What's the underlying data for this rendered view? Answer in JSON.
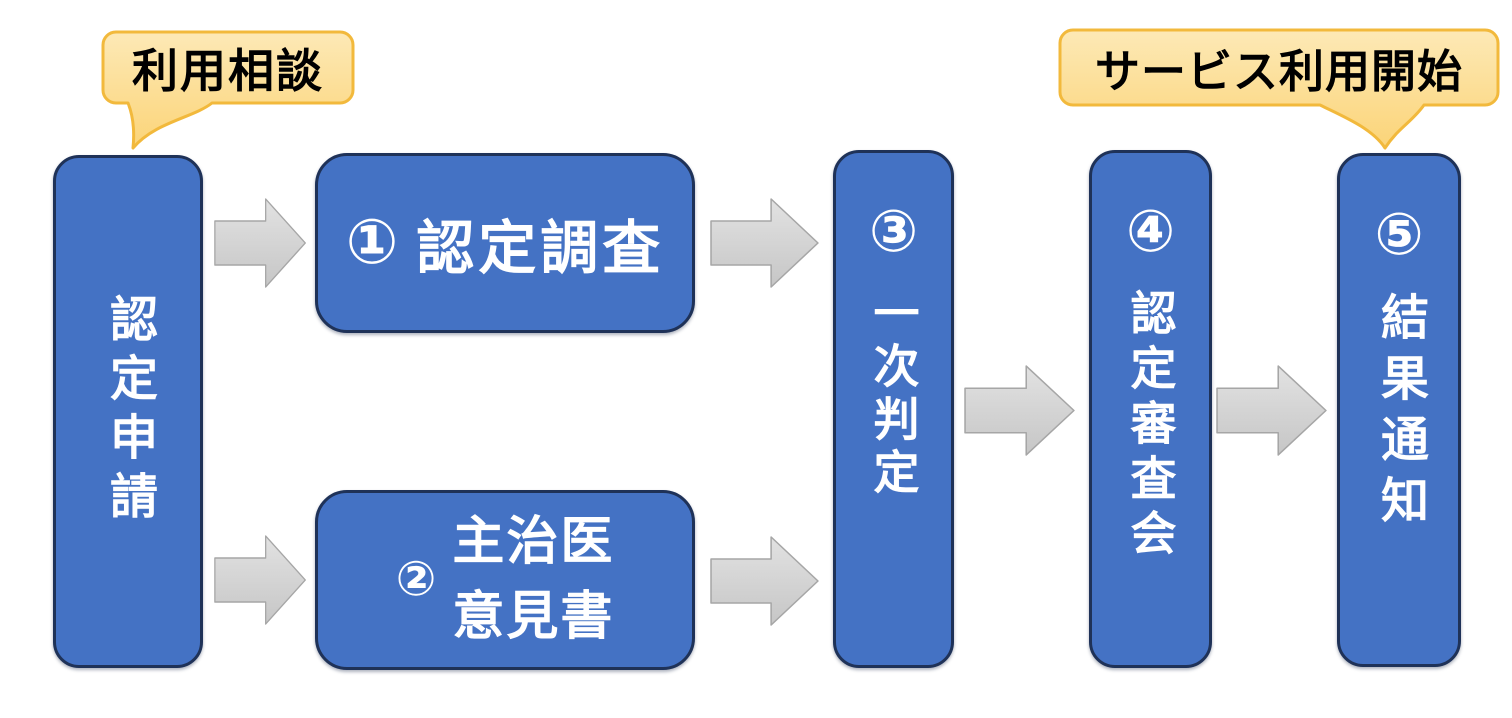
{
  "callouts": {
    "consult": {
      "label": "利用相談"
    },
    "service_start": {
      "label": "サービス利用開始"
    }
  },
  "steps": {
    "application": {
      "label": "認定申請"
    },
    "survey": {
      "number": "①",
      "label": "認定調査"
    },
    "doctor_opinion": {
      "number": "②",
      "line1": "主治医",
      "line2": "意見書"
    },
    "primary_judgment": {
      "number": "③",
      "label": "一次判定"
    },
    "certification_board": {
      "number": "④",
      "label": "認定審査会"
    },
    "result_notice": {
      "number": "⑤",
      "label": "結果通知"
    }
  },
  "colors": {
    "box_fill": "#4472c4",
    "box_border": "#1f3258",
    "box_text": "#ffffff",
    "arrow_fill_top": "#e0e0e0",
    "arrow_fill_bottom": "#c6c6c6",
    "arrow_border": "#a6a6a6",
    "callout_fill_top": "#fde9b6",
    "callout_fill_bottom": "#fbd478",
    "callout_border": "#f2b93c",
    "callout_text": "#000000",
    "background": "#ffffff"
  }
}
